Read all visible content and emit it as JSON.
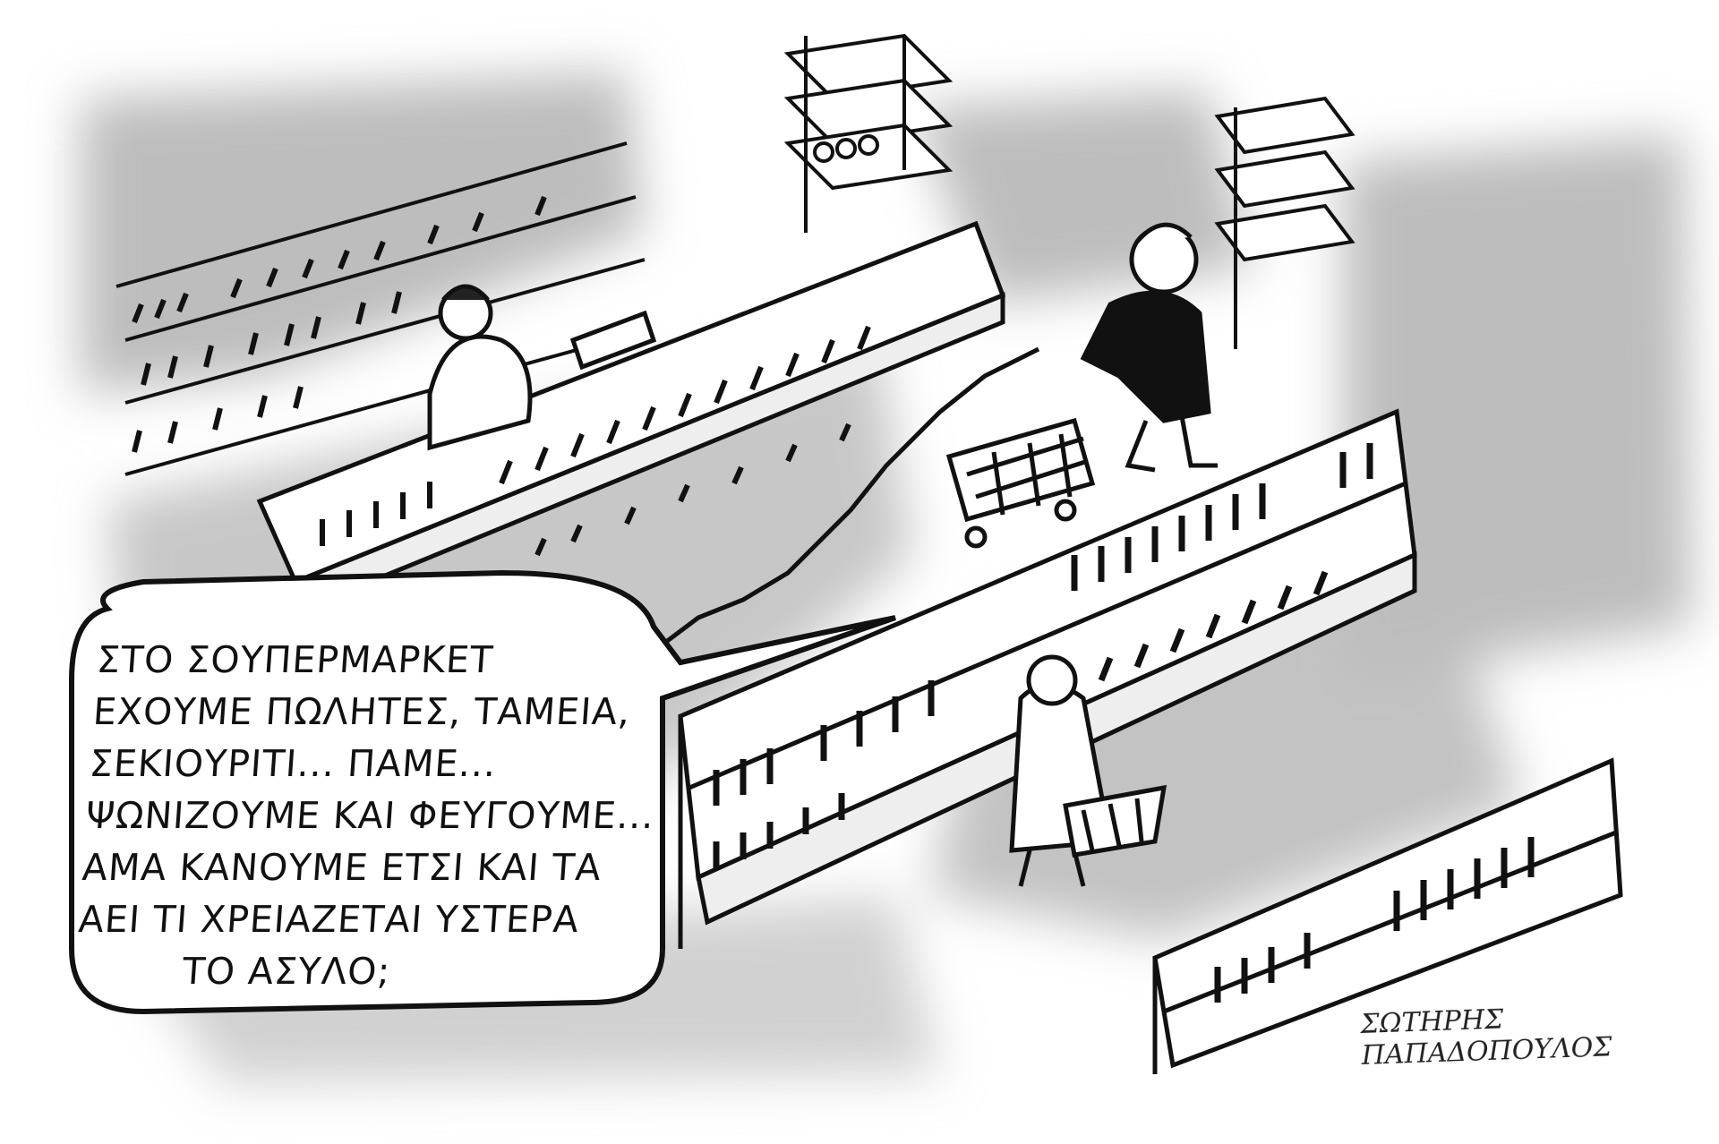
{
  "cartoon": {
    "speech_lines": [
      "ΣΤΟ ΣΟΥΠΕΡΜΑΡΚΕΤ",
      "ΕΧΟΥΜΕ ΠΩΛΗΤΕΣ, ΤΑΜΕΙΑ,",
      "ΣΕΚΙΟΥΡΙΤΙ... ΠΑΜΕ...",
      "ΨΩΝΙΖΟΥΜΕ ΚΑΙ ΦΕΥΓΟΥΜΕ...",
      "ΑΜΑ ΚΑΝΟΥΜΕ ΕΤΣΙ ΚΑΙ ΤΑ",
      "ΑΕΙ ΤΙ ΧΡΕΙΑΖΕΤΑΙ ΥΣΤΕΡΑ",
      "ΤΟ ΑΣΥΛΟ;"
    ],
    "signature": "ΣΩΤΗΡΗΣ ΠΑΠΑΔΟΠΟΥΛΟΣ",
    "colors": {
      "ink": "#111111",
      "shadow": "#b9b9b9",
      "paper": "#ffffff"
    }
  }
}
